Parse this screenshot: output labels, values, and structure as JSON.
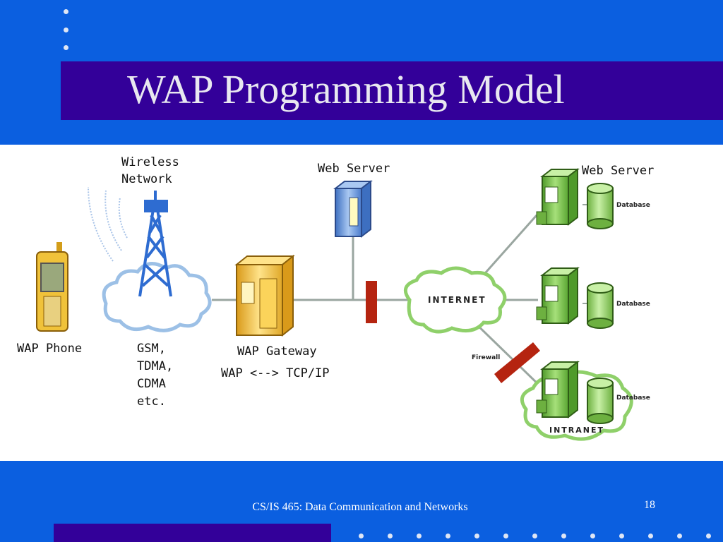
{
  "slide": {
    "title": "WAP Programming Model",
    "footer": "CS/IS 465: Data Communication and Networks",
    "page_number": "18"
  },
  "colors": {
    "background": "#0b5fe0",
    "title_bar": "#330099",
    "diagram_bg": "#ffffff",
    "cloud_stroke": "#8fd06a",
    "server_green": "#7fc34d",
    "server_blue": "#5e8fd6",
    "gateway_yellow": "#f0c23a",
    "firewall_red": "#b52410",
    "tower_blue": "#2e6cd1"
  },
  "diagram": {
    "wireless_network_label": [
      "Wireless",
      "Network"
    ],
    "web_server_center_label": "Web Server",
    "web_server_right_label": "Web Server",
    "wap_phone_label": "WAP Phone",
    "network_types": [
      "GSM,",
      "TDMA,",
      "CDMA",
      "etc."
    ],
    "wap_gateway_label": "WAP Gateway",
    "wap_gateway_protocol": "WAP <--> TCP/IP",
    "internet_label": "INTERNET",
    "intranet_label": "INTRANET",
    "firewall_label": "Firewall",
    "database_label": "Database"
  }
}
